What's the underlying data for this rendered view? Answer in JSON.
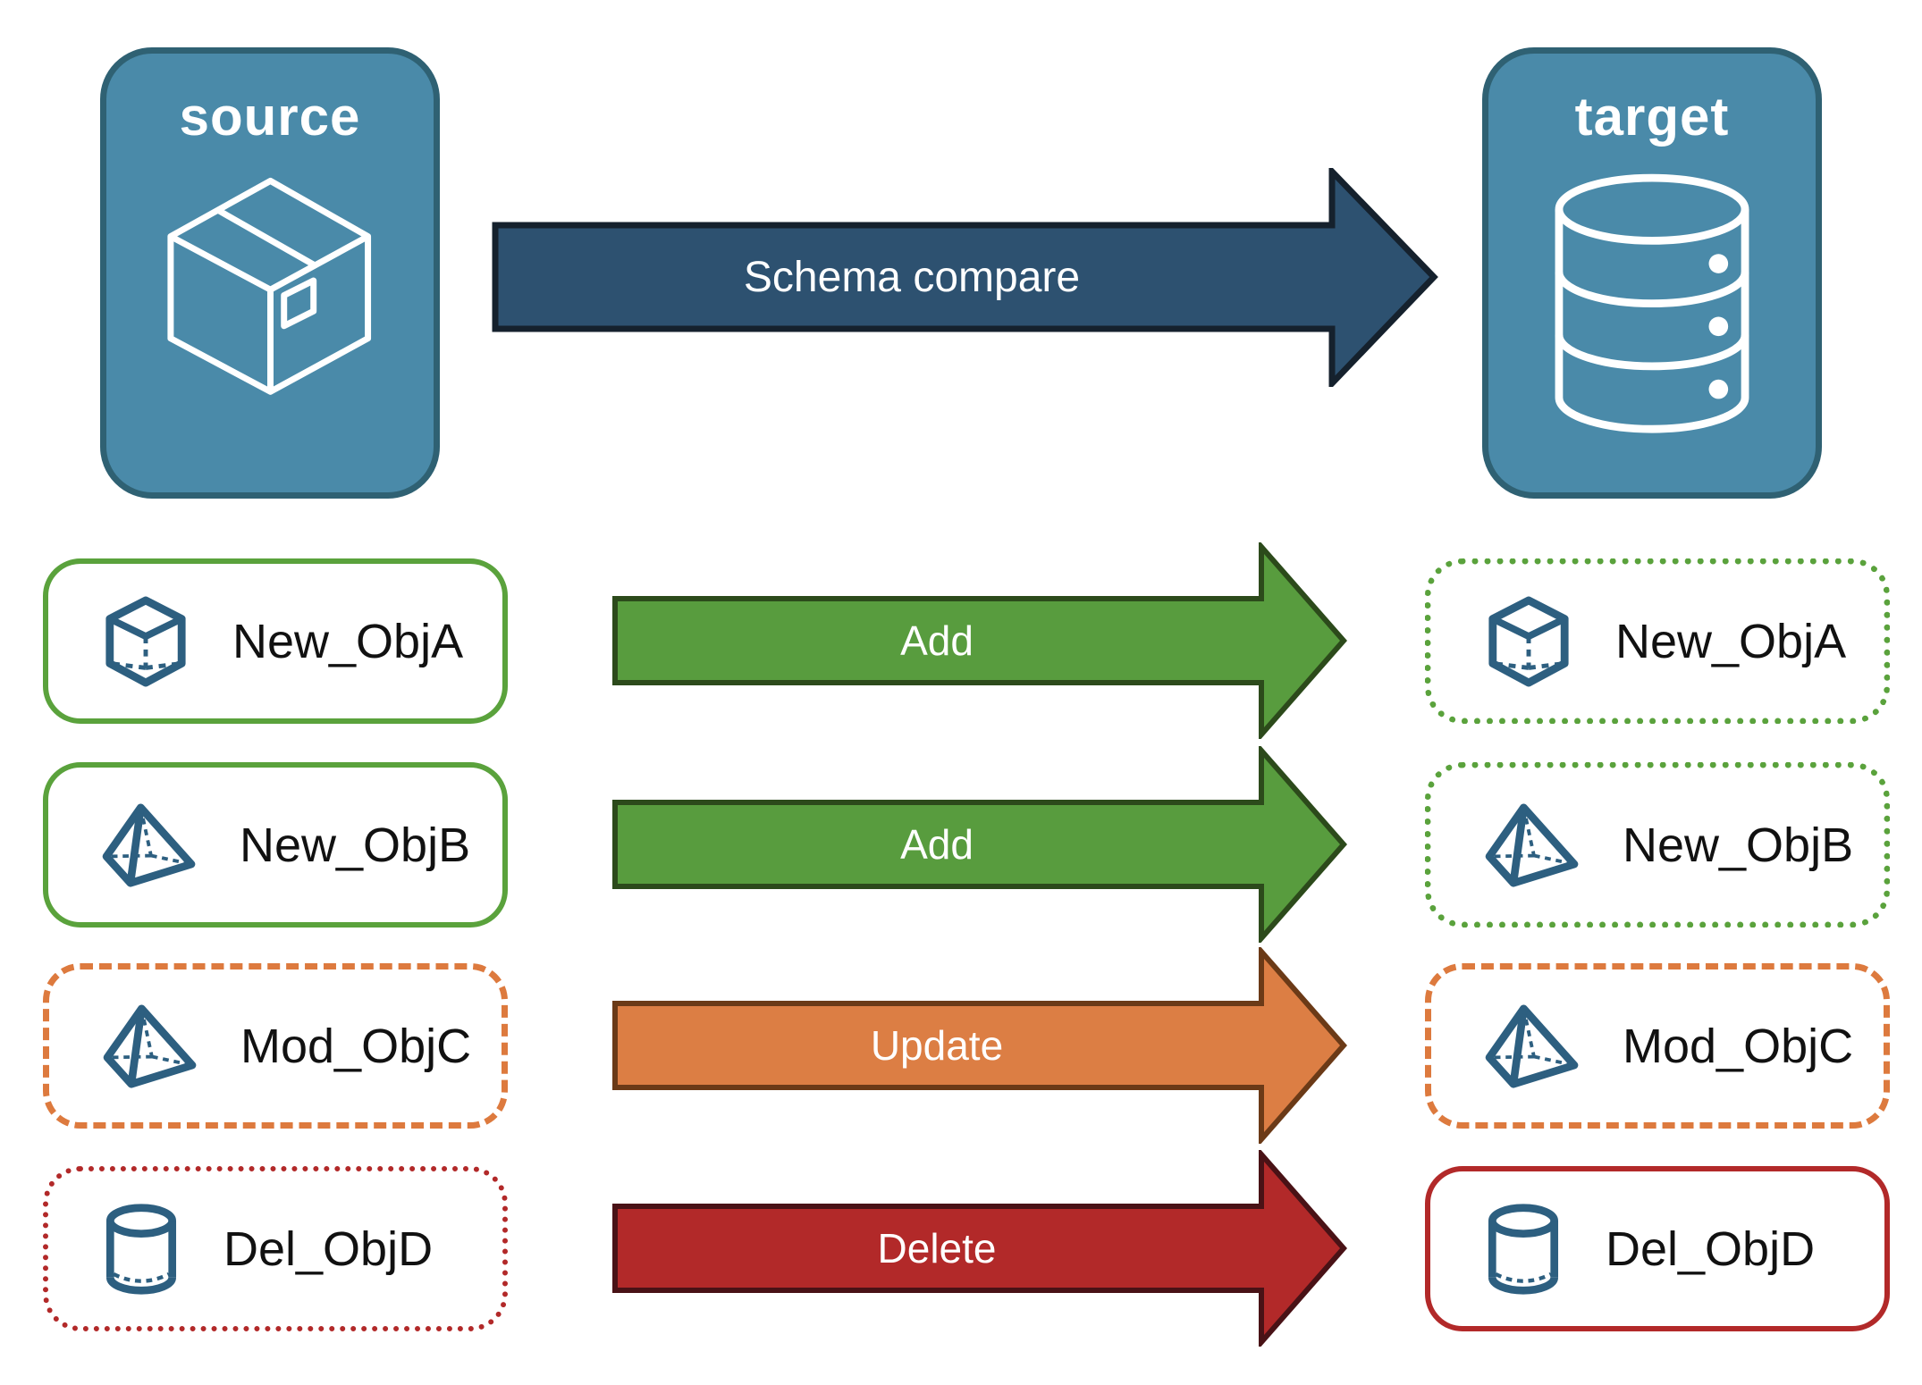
{
  "source_panel": {
    "label": "source",
    "icon": "package-icon"
  },
  "target_panel": {
    "label": "target",
    "icon": "database-icon"
  },
  "compare_arrow": {
    "label": "Schema compare"
  },
  "rows": [
    {
      "object": "New_ObjA",
      "action": "Add",
      "icon": "cube-icon",
      "source_style": "solid-green",
      "target_style": "dotted-green"
    },
    {
      "object": "New_ObjB",
      "action": "Add",
      "icon": "pyramid-icon",
      "source_style": "solid-green",
      "target_style": "dotted-green"
    },
    {
      "object": "Mod_ObjC",
      "action": "Update",
      "icon": "pyramid-icon",
      "source_style": "dashed-orange",
      "target_style": "dashed-orange"
    },
    {
      "object": "Del_ObjD",
      "action": "Delete",
      "icon": "cylinder-icon",
      "source_style": "dotted-red",
      "target_style": "solid-red"
    }
  ],
  "colors": {
    "panel_blue": "#4a8aa9",
    "panel_border": "#2f6173",
    "icon_blue": "#2d5f80",
    "text": "#111111",
    "green_border": "#5aa23c",
    "green_fill": "#589c3e",
    "green_outline": "#2c4a1b",
    "orange_border": "#dd7a3e",
    "orange_fill": "#dc7e44",
    "orange_outline": "#6b3a17",
    "red_border": "#b22929",
    "red_fill": "#b22929",
    "red_outline": "#491216",
    "navy_fill": "#2d5170",
    "navy_outline": "#15212d"
  }
}
